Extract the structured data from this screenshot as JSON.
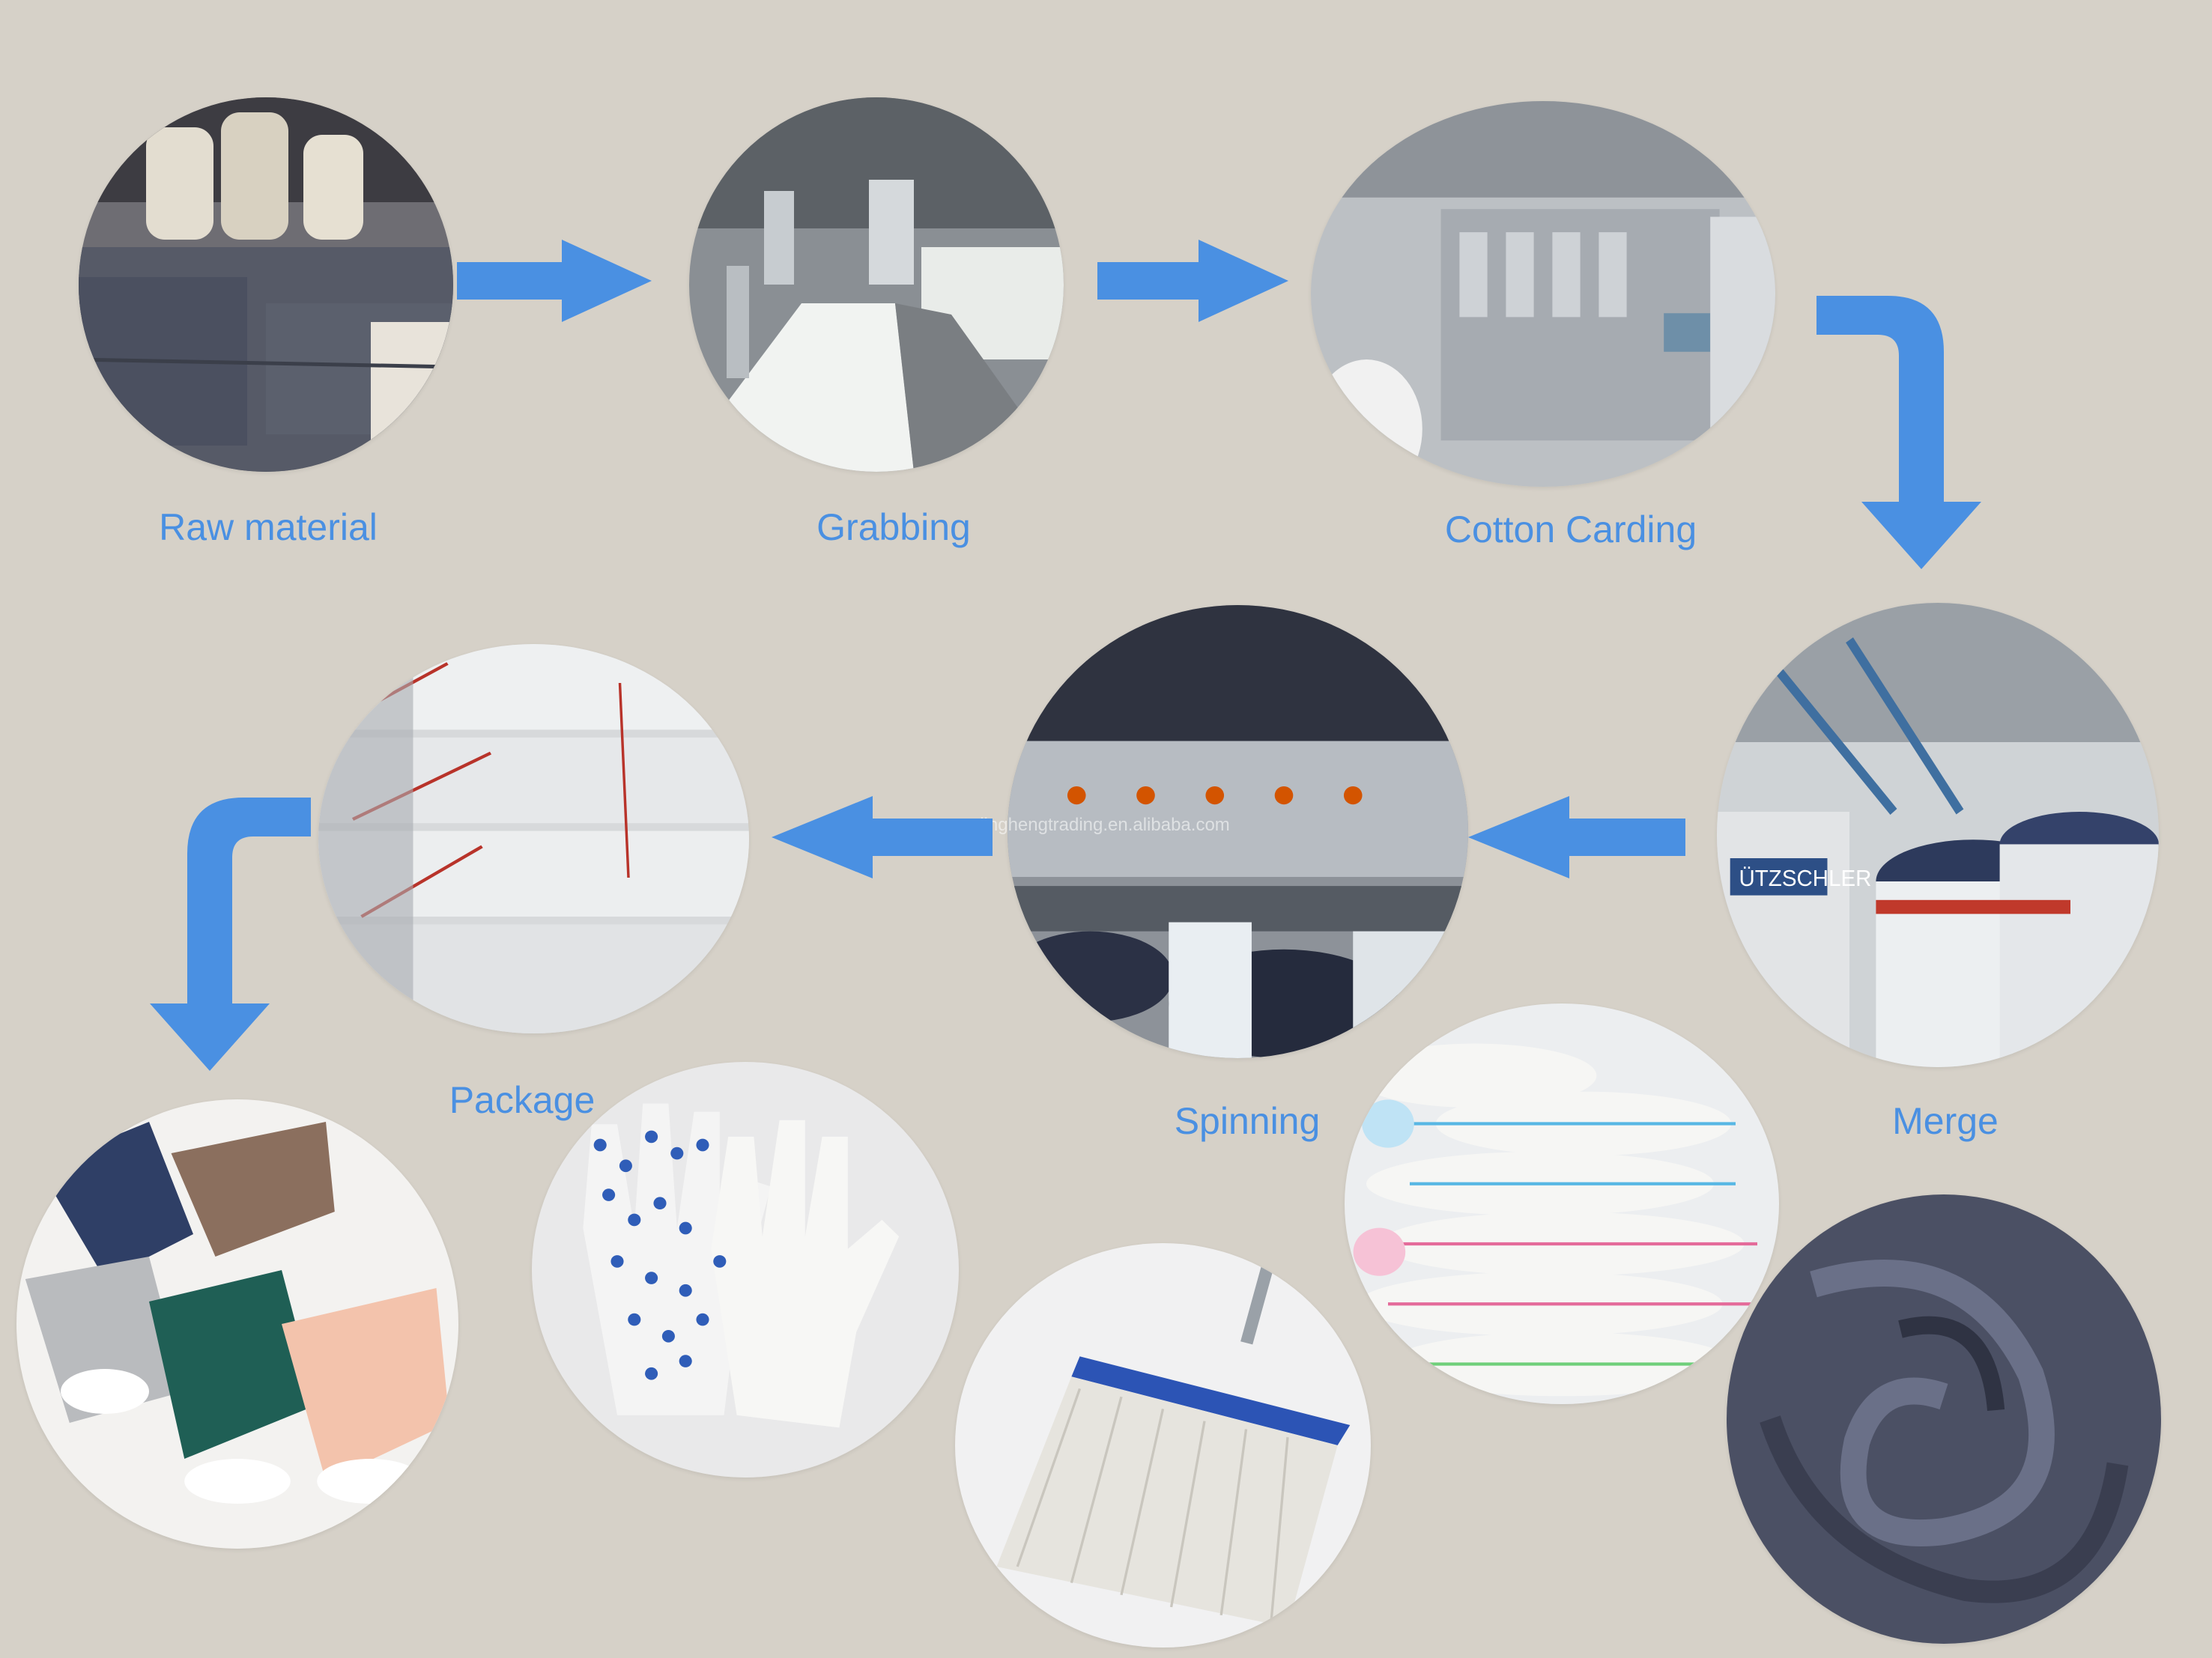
{
  "steps": [
    {
      "id": "raw_material",
      "label": "Raw material"
    },
    {
      "id": "grabbing",
      "label": "Grabbing"
    },
    {
      "id": "cotton_carding",
      "label": "Cotton Carding"
    },
    {
      "id": "merge",
      "label": "Merge"
    },
    {
      "id": "spinning",
      "label": "Spinning"
    },
    {
      "id": "package",
      "label": "Package"
    }
  ],
  "products": [
    "socks",
    "gloves",
    "mop",
    "towels",
    "fabric"
  ],
  "machine_brand_text": "ÜTZSCHLER",
  "watermark": "linghengtrading.en.alibaba.com",
  "colors": {
    "background": "#d6d1c8",
    "accent": "#4a90e2"
  }
}
